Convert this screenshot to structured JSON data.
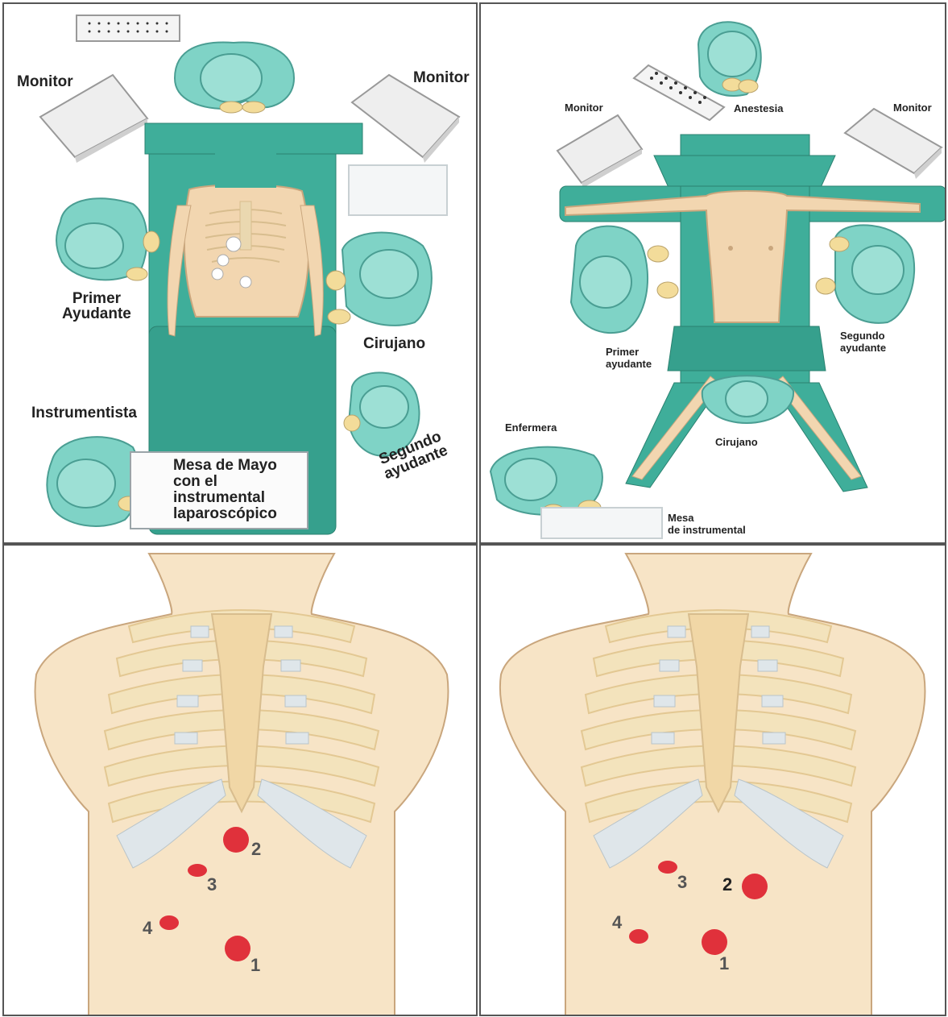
{
  "panel1": {
    "monitor_left": "Monitor",
    "monitor_right": "Monitor",
    "primer_ayudante": "Primer\nAyudante",
    "cirujano": "Cirujano",
    "instrumentista": "Instrumentista",
    "segundo_ayudante": "Segundo\nayudante",
    "mesa_mayo": "Mesa de Mayo con el instrumental laparoscópico"
  },
  "panel2": {
    "monitor_left": "Monitor",
    "monitor_right": "Monitor",
    "anestesia": "Anestesia",
    "primer_ayudante": "Primer\nayudante",
    "segundo_ayudante": "Segundo\nayudante",
    "enfermera": "Enfermera",
    "cirujano": "Cirujano",
    "mesa_instrumental": "Mesa\nde instrumental"
  },
  "panel3": {
    "ports": [
      "1",
      "2",
      "3",
      "4"
    ]
  },
  "panel4": {
    "ports": [
      "1",
      "2",
      "3",
      "4"
    ]
  },
  "colors": {
    "drape": "#3fae9a",
    "person": "#7fd3c6",
    "skin": "#f2d6b0",
    "port": "#e0313b",
    "rib": "#f3e3bc",
    "cartilage": "#dfe6ea"
  }
}
